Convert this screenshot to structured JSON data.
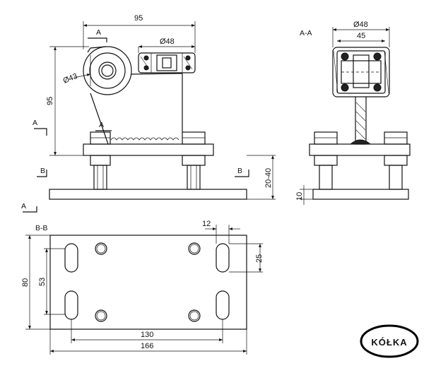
{
  "dimensions": {
    "width_95": "95",
    "height_95": "95",
    "dia_43": "Ø43",
    "dia_48_side": "Ø48",
    "dia_48_aa": "Ø48",
    "width_45": "45",
    "height_2040": "20-40",
    "height_10": "10",
    "width_12": "12",
    "height_25": "25",
    "height_80": "80",
    "height_53": "53",
    "width_130": "130",
    "width_166": "166"
  },
  "section_labels": {
    "a_top": "A",
    "a_mid": "A",
    "a_left": "A",
    "a_bottom": "A",
    "b_left": "B",
    "b_right": "B",
    "view_aa": "A-A",
    "view_bb": "B-B"
  },
  "logo": {
    "text": "KÓŁKA"
  }
}
